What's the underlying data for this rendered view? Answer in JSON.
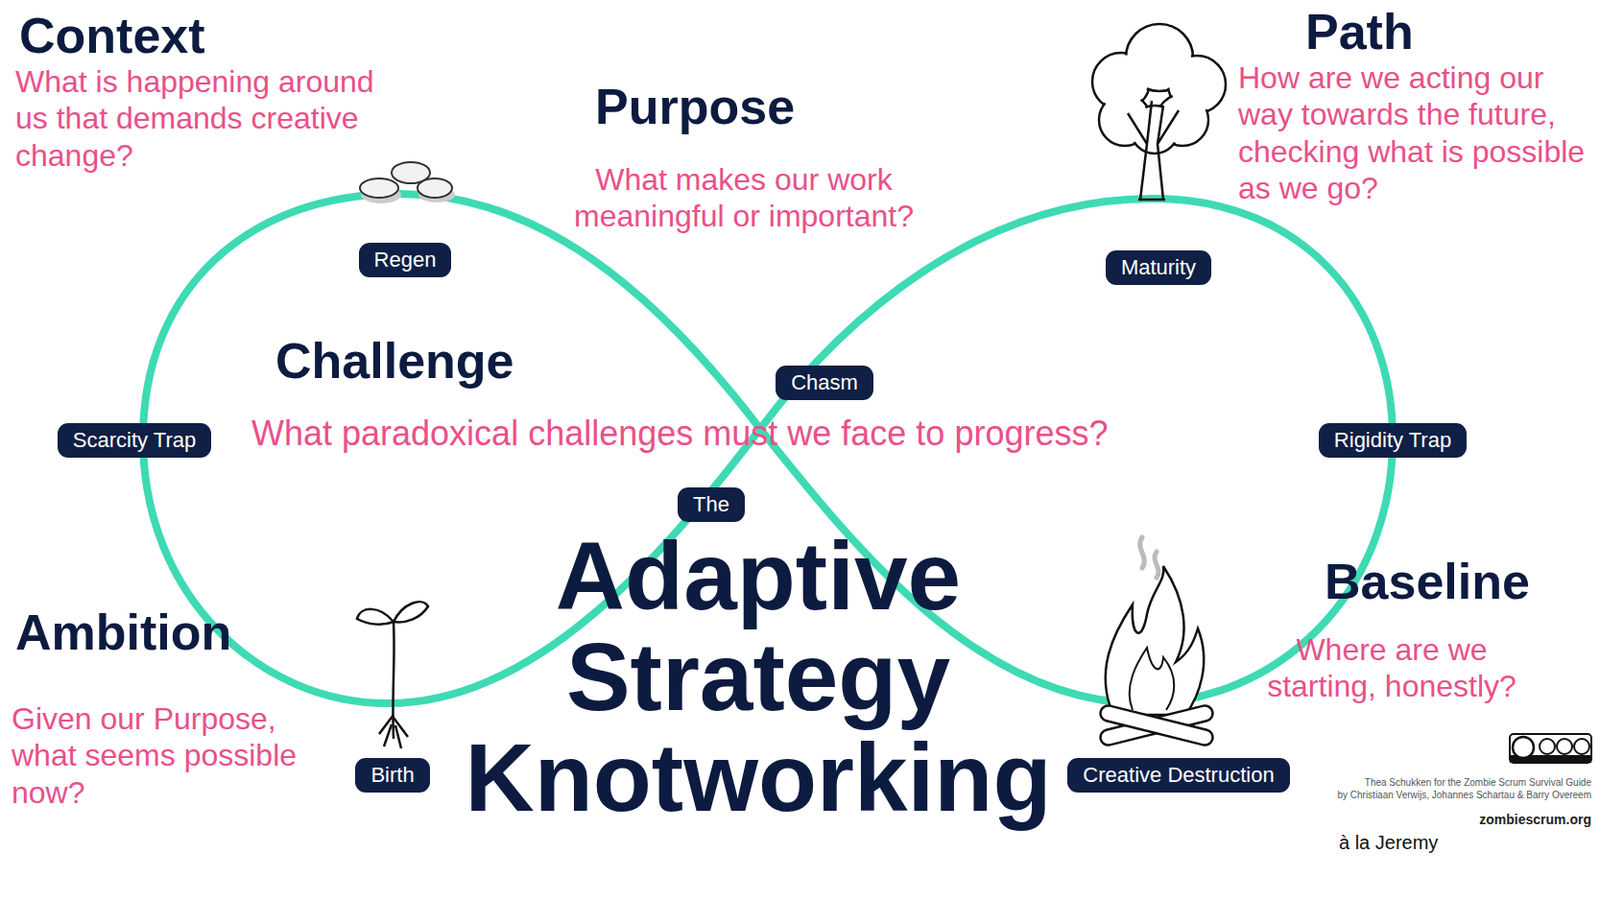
{
  "diagram": {
    "title": "Adaptive Strategy Knotworking",
    "nodes": [
      {
        "text": [
          "Regen"
        ]
      },
      {
        "text": [
          "Maturity"
        ]
      },
      {
        "text": [
          "Chasm"
        ]
      },
      {
        "text": [
          "Scarcity Trap"
        ]
      },
      {
        "text": [
          "Rigidity Trap"
        ]
      },
      {
        "text": [
          "The"
        ]
      },
      {
        "text": [
          "Birth"
        ]
      },
      {
        "text": [
          "Creative Destruction"
        ]
      }
    ],
    "labels": [
      "Context",
      "What is happening around us that demands creative change?",
      "Path",
      "How are we acting our way towards the future, checking what is possible as we go?",
      "Purpose",
      "What makes our work meaningful or important?",
      "Challenge",
      "What paradoxical challenges must we face to progress?",
      "Ambition",
      "Given our Purpose, what seems possible now?",
      "Baseline",
      "Where are we starting, honestly?",
      "Thea Schukken for the Zombie Scrum Survival Guide",
      "by Christiaan Verwijs, Johannes Schartau & Barry Overeem",
      "zombiescrum.org",
      "à la Jeremy"
    ]
  }
}
